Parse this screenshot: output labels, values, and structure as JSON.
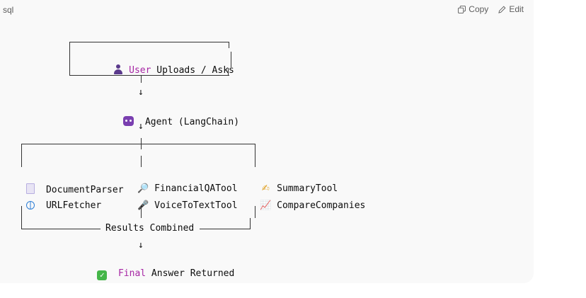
{
  "code_block": {
    "language": "sql",
    "actions": {
      "copy": "Copy",
      "edit": "Edit"
    }
  },
  "diagram": {
    "top_box": {
      "keyword": "User",
      "rest": " Uploads / Asks"
    },
    "arrow": "↓",
    "agent": "Agent (LangChain)",
    "tools": {
      "col1": [
        "DocumentParser",
        "URLFetcher"
      ],
      "col2": [
        "FinancialQATool",
        "VoiceToTextTool"
      ],
      "col3": [
        "SummaryTool",
        "CompareCompanies"
      ]
    },
    "combined": "Results Combined",
    "final": {
      "keyword": "Final",
      "rest": " Answer Returned"
    },
    "icons": {
      "user": "user-icon",
      "agent": "robot-icon",
      "tool_col1": [
        "document-icon",
        "globe-icon"
      ],
      "tool_col2": [
        "magnifier-icon",
        "microphone-icon"
      ],
      "tool_col3": [
        "writing-hand-icon",
        "chart-icon"
      ],
      "final": "check-mark-icon"
    },
    "keyword_color": "#a626a4"
  }
}
